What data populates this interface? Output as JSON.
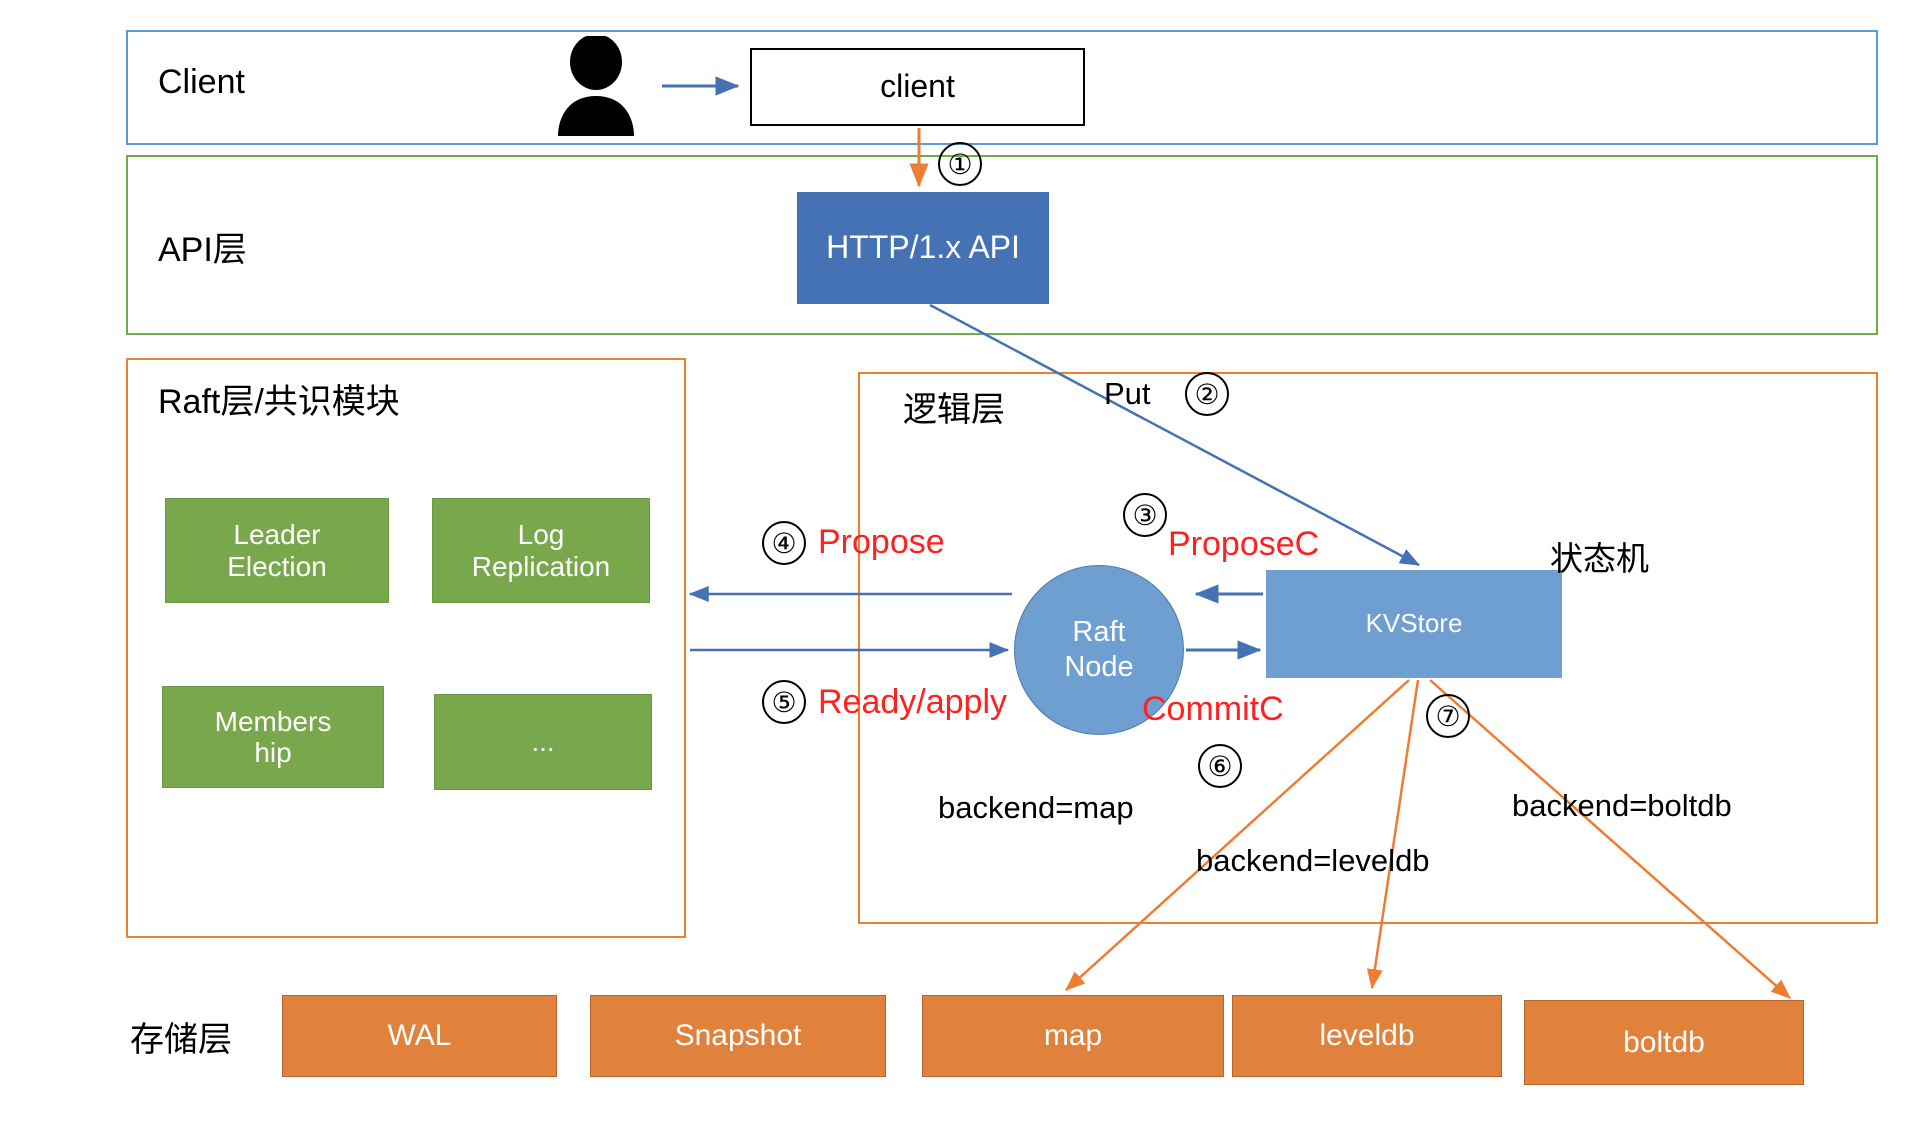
{
  "layers": {
    "client": {
      "label": "Client",
      "border_color": "#5b9bd5"
    },
    "api": {
      "label": "API层",
      "border_color": "#70ad47"
    },
    "raft": {
      "label": "Raft层/共识模块",
      "border_color": "#ed7d31"
    },
    "logic": {
      "label": "逻辑层",
      "border_color": "#ed7d31"
    },
    "storage": {
      "label": "存储层"
    }
  },
  "nodes": {
    "client_box": {
      "label": "client"
    },
    "api_box": {
      "label": "HTTP/1.x API",
      "color": "#4472b4"
    },
    "raft_node": {
      "label_line1": "Raft",
      "label_line2": "Node",
      "color": "#6e9fd0"
    },
    "kvstore": {
      "label": "KVStore",
      "color": "#6e9fd0"
    },
    "state_machine_label": "状态机"
  },
  "raft_modules": [
    {
      "label_line1": "Leader",
      "label_line2": "Election"
    },
    {
      "label_line1": "Log",
      "label_line2": "Replication"
    },
    {
      "label_line1": "Members",
      "label_line2": "hip"
    },
    {
      "label_line1": "...",
      "label_line2": ""
    }
  ],
  "storage_boxes": [
    {
      "label": "WAL"
    },
    {
      "label": "Snapshot"
    },
    {
      "label": "map"
    },
    {
      "label": "leveldb"
    },
    {
      "label": "boltdb"
    }
  ],
  "annotations": {
    "step1": "①",
    "step2": "②",
    "step3": "③",
    "step4": "④",
    "step5": "⑤",
    "step6": "⑥",
    "step7": "⑦",
    "put": "Put",
    "propose": "Propose",
    "propose_c": "ProposeC",
    "ready_apply": "Ready/apply",
    "commit_c": "CommitC",
    "backend_map": "backend=map",
    "backend_leveldb": "backend=leveldb",
    "backend_boltdb": "backend=boltdb"
  },
  "colors": {
    "blue_arrow": "#4472b4",
    "orange_arrow": "#ed7d31",
    "red_text": "#ff2020",
    "green_module": "#79a74c",
    "orange_storage": "#e0813c",
    "blue_node": "#6e9fd0",
    "api_blue": "#4472b4"
  }
}
